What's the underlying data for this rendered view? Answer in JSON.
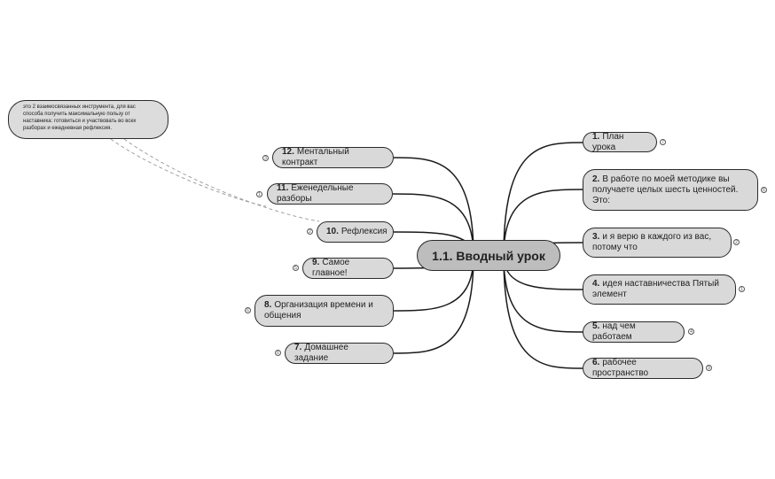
{
  "center": {
    "label": "1.1. Вводный урок"
  },
  "note": {
    "text": "это 2 взаимосвязанных инструмента, для вас способа получить максимальную пользу от наставника: готовиться и участвовать во всех разборах и ежедневная рефлексия."
  },
  "right_nodes": [
    {
      "num": "1.",
      "text": "План урока",
      "badge": "7"
    },
    {
      "num": "2.",
      "text": "В работе по моей методике вы получаете целых шесть ценностей. Это:",
      "badge": "6"
    },
    {
      "num": "3.",
      "text": "и я верю в каждого из вас, потому что",
      "badge": "2"
    },
    {
      "num": "4.",
      "text": "идея наставничества Пятый элемент",
      "badge": "1"
    },
    {
      "num": "5.",
      "text": "над чем работаем",
      "badge": "4"
    },
    {
      "num": "6.",
      "text": "рабочее пространство",
      "badge": "9"
    }
  ],
  "left_nodes": [
    {
      "num": "12.",
      "text": "Ментальный контракт",
      "badge": "3"
    },
    {
      "num": "11.",
      "text": "Еженедельные разборы",
      "badge": "1"
    },
    {
      "num": "10.",
      "text": "Рефлексия",
      "badge": "2"
    },
    {
      "num": "9.",
      "text": "Самое главное!",
      "badge": "5"
    },
    {
      "num": "8.",
      "text": "Организация времени и общения",
      "badge": "6"
    },
    {
      "num": "7.",
      "text": "Домашнее задание",
      "badge": "6"
    }
  ]
}
